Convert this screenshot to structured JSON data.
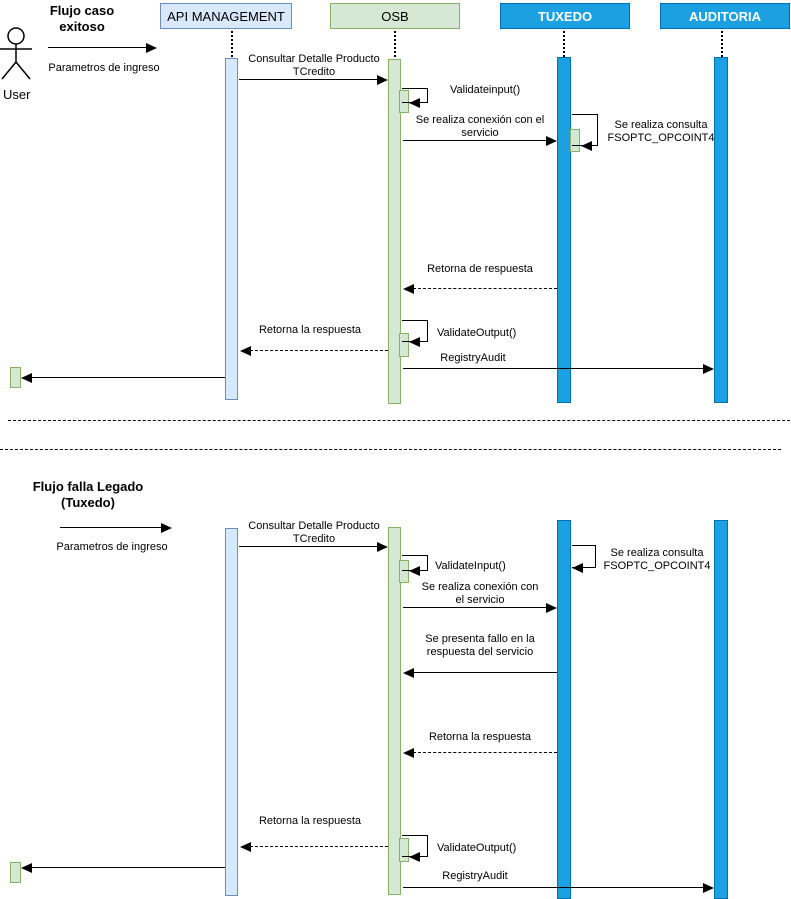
{
  "participants": {
    "apim": "API MANAGEMENT",
    "osb": "OSB",
    "tuxedo": "TUXEDO",
    "auditoria": "AUDITORIA"
  },
  "colors": {
    "apim_fill": "#dae8fc",
    "apim_border": "#6c8ebf",
    "osb_fill": "#d5e8d4",
    "osb_border": "#82b366",
    "tuxedo_fill": "#1ba1e2",
    "tuxedo_border": "#006eaf"
  },
  "flow1": {
    "title": "Flujo caso\nexitoso",
    "actor_label": "User",
    "params_label": "Parametros de ingreso",
    "msg_consultar": "Consultar Detalle Producto\nTCredito",
    "msg_validate_input": "Validateinput()",
    "msg_conexion": "Se realiza conexión con el\nservicio",
    "msg_consulta": "Se realiza consulta\nFSOPTC_OPCOINT4",
    "msg_retorna_tux": "Retorna de respuesta",
    "msg_retorna_api": "Retorna la respuesta",
    "msg_validate_output": "ValidateOutput()",
    "msg_registry": "RegistryAudit"
  },
  "flow2": {
    "title": "Flujo falla Legado\n(Tuxedo)",
    "params_label": "Parametros de ingreso",
    "msg_consultar": "Consultar Detalle Producto\nTCredito",
    "msg_validate_input": "ValidateInput()",
    "msg_consulta": "Se realiza consulta\nFSOPTC_OPCOINT4",
    "msg_conexion": "Se realiza conexión con\nel servicio",
    "msg_fallo": "Se presenta fallo en la\nrespuesta del servicio",
    "msg_retorna_tux": "Retorna la respuesta",
    "msg_retorna_api": "Retorna la respuesta",
    "msg_validate_output": "ValidateOutput()",
    "msg_registry": "RegistryAudit"
  }
}
